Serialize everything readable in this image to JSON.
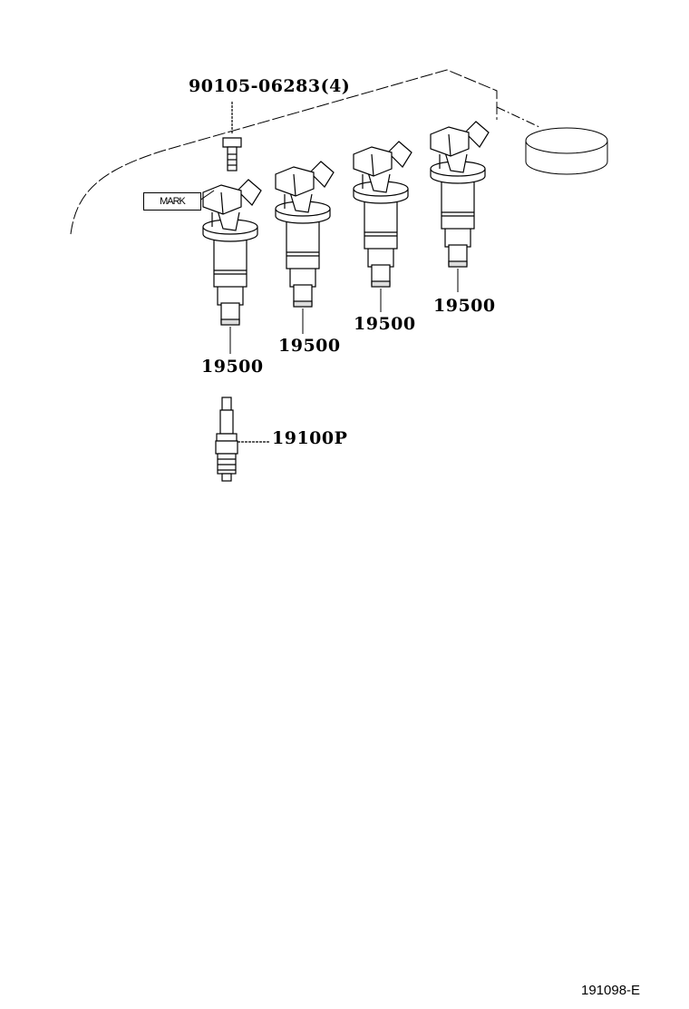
{
  "diagram": {
    "bolt_part": "90105-06283(4)",
    "coil_parts": [
      "19500",
      "19500",
      "19500",
      "19500"
    ],
    "spark_plug_part": "19100P",
    "mark_label": "MARK",
    "figure_code": "191098-E"
  }
}
